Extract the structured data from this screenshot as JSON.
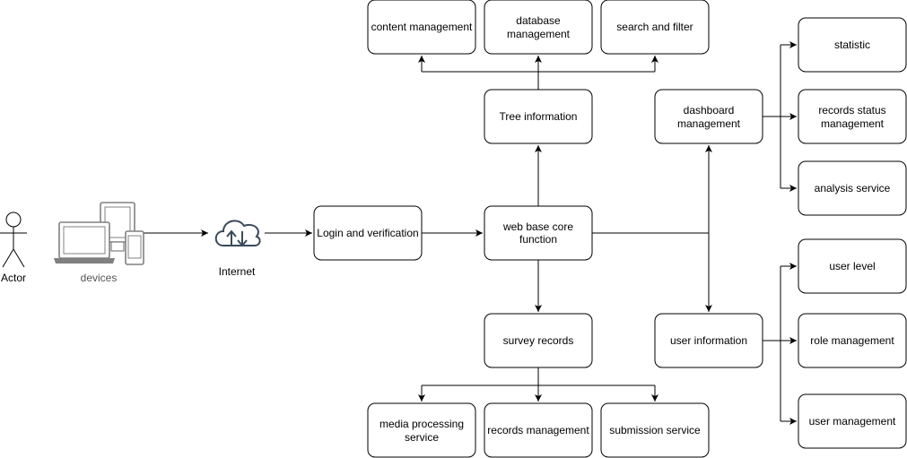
{
  "nodes": {
    "actor": "Actor",
    "devices": "devices",
    "internet": "Internet",
    "login": "Login and verification",
    "core": [
      "web base core",
      "function"
    ],
    "tree": "Tree information",
    "content": "content management",
    "database": [
      "database",
      "management"
    ],
    "search": "search and filter",
    "dashboard": [
      "dashboard",
      "management"
    ],
    "statistic": "statistic",
    "records_status": [
      "records status",
      "management"
    ],
    "analysis": "analysis service",
    "survey": "survey records",
    "media": [
      "media processing",
      "service"
    ],
    "records_mgmt": "records management",
    "submission": "submission service",
    "user_info": "user information",
    "user_level": "user level",
    "role_mgmt": "role management",
    "user_mgmt": "user management"
  },
  "colors": {
    "stroke": "#000000",
    "device_gray": "#808080",
    "label_gray": "#555555"
  }
}
